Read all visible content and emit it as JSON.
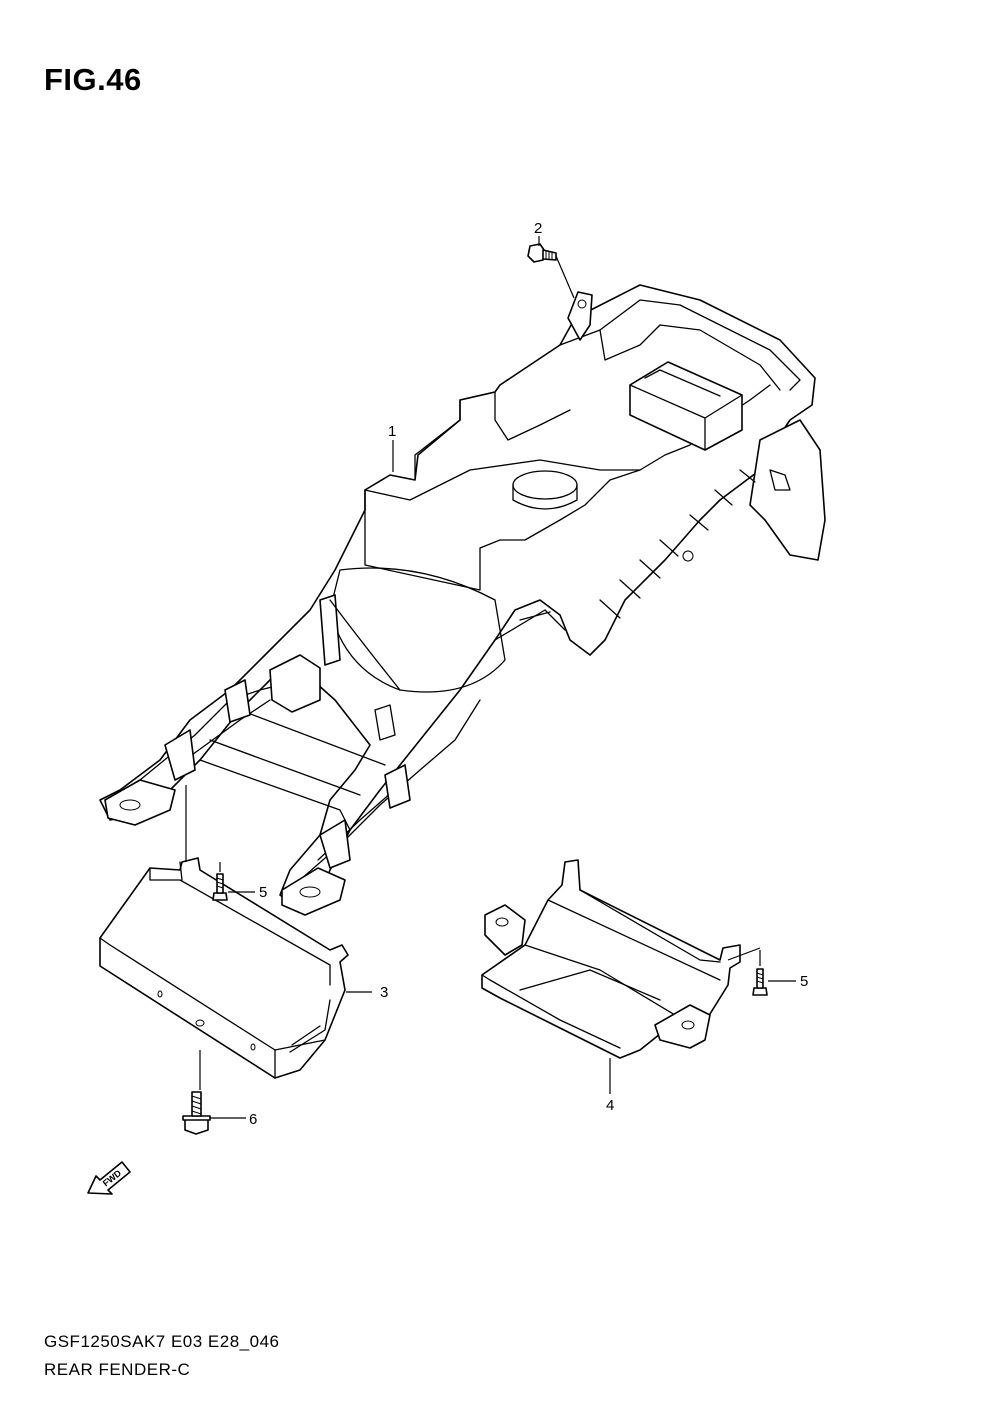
{
  "figure": {
    "title": "FIG.46",
    "model_code": "GSF1250SAK7 E03 E28_046",
    "section_name": "REAR FENDER-C",
    "fwd_label": "FWD"
  },
  "callouts": {
    "part_1": "1",
    "part_2": "2",
    "part_3": "3",
    "part_4": "4",
    "part_5_left": "5",
    "part_5_right": "5",
    "part_6": "6"
  }
}
